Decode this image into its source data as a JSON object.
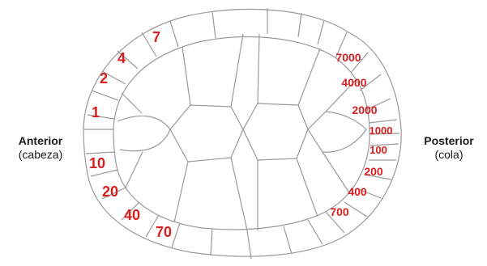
{
  "sides": {
    "anterior": {
      "title": "Anterior",
      "note": "(cabeza)"
    },
    "posterior": {
      "title": "Posterior",
      "note": "(cola)"
    }
  },
  "scute_labels": [
    "1",
    "2",
    "4",
    "7",
    "10",
    "20",
    "40",
    "70",
    "7000",
    "4000",
    "2000",
    "1000",
    "100",
    "200",
    "400",
    "700"
  ],
  "colors": {
    "label_red": "#d81e1e",
    "outline": "#9a9a9a",
    "text_dark": "#1a1a1a"
  }
}
